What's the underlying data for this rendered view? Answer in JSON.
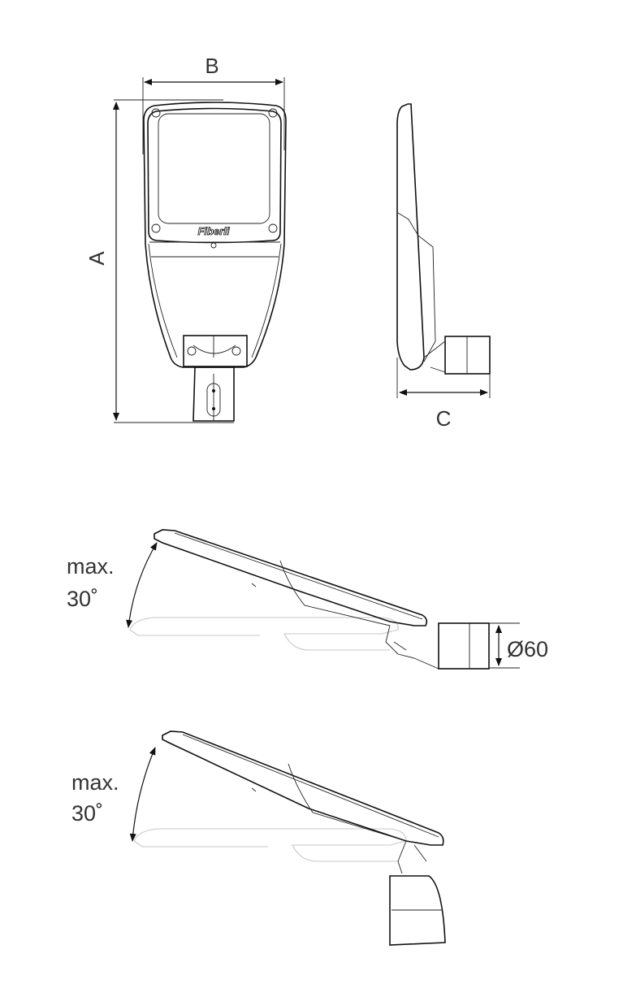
{
  "dimensions": {
    "height_label": "A",
    "width_label": "B",
    "depth_label": "C",
    "pole_diameter_label": "Ø60"
  },
  "logo_text": "Fiberli",
  "tilt_views": [
    {
      "line1": "max.",
      "line2": "30˚"
    },
    {
      "line1": "max.",
      "line2": "30˚"
    }
  ],
  "colors": {
    "line": "#111111",
    "ghost": "#c8c8c8",
    "text": "#333333"
  }
}
